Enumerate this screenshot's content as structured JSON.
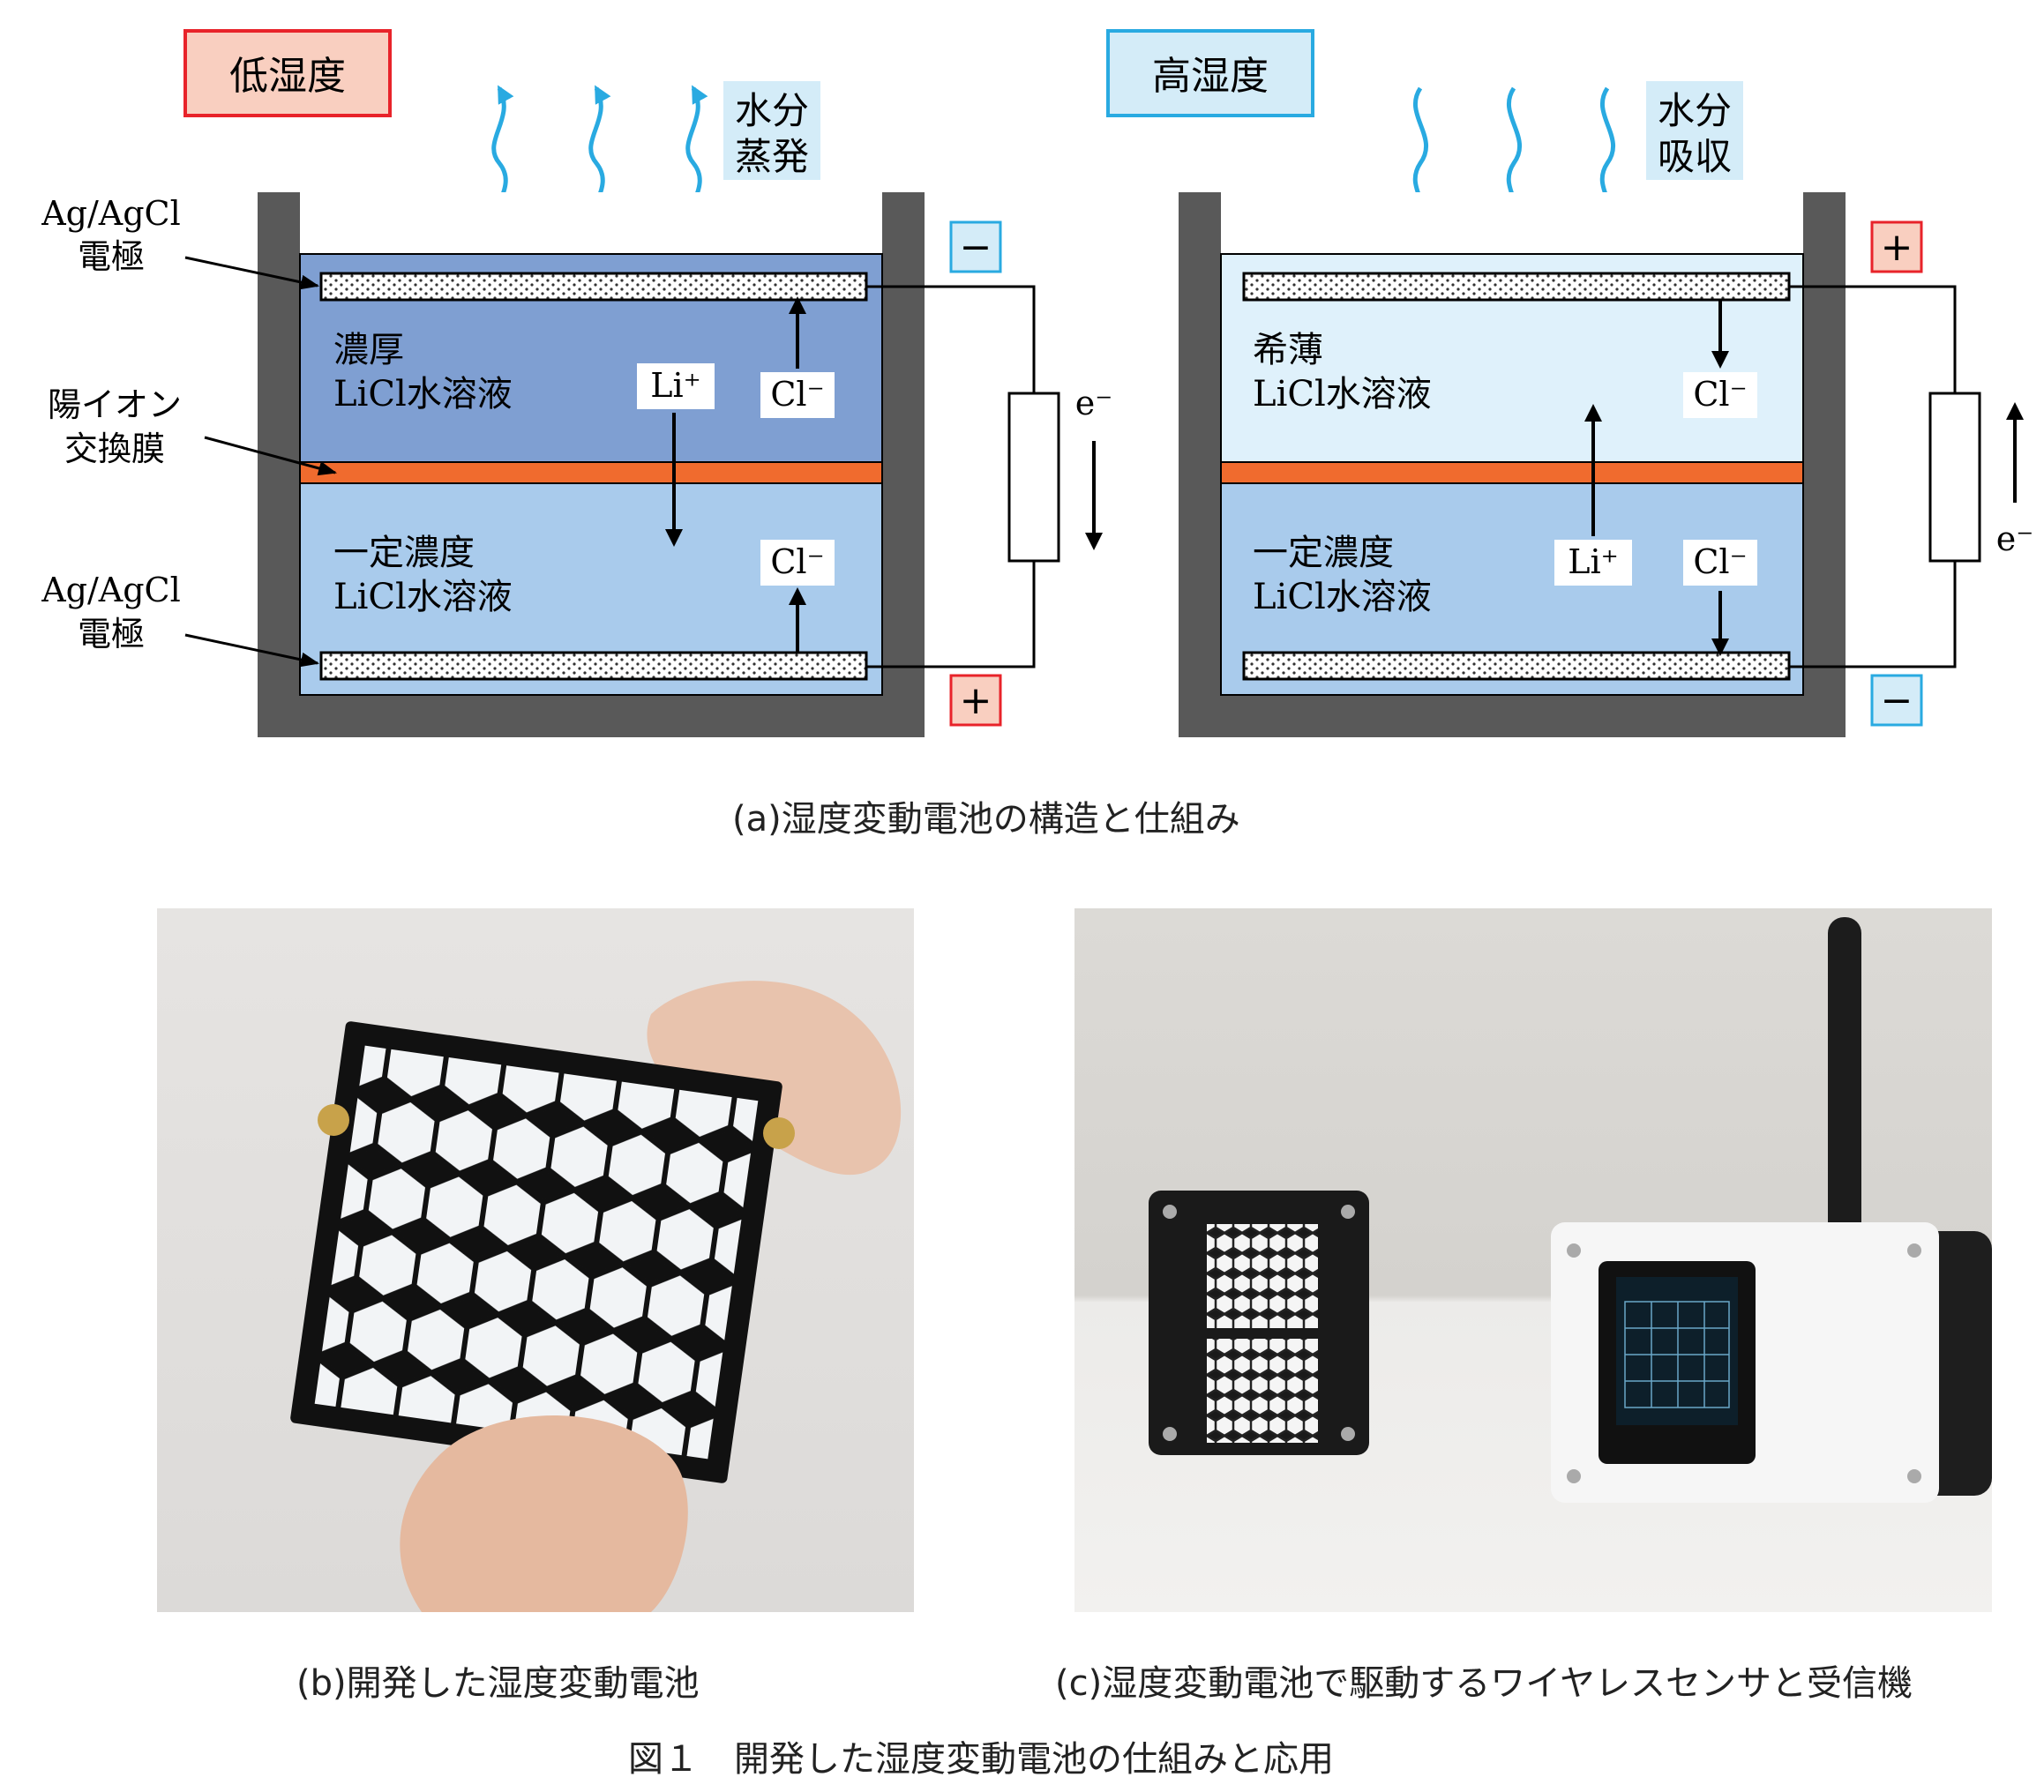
{
  "panel_a": {
    "left": {
      "condition": "低湿度",
      "water_label_line1": "水分",
      "water_label_line2": "蒸発",
      "top_electrode_line1": "Ag/AgCl",
      "top_electrode_line2": "電極",
      "membrane_line1": "陽イオン",
      "membrane_line2": "交換膜",
      "bottom_electrode_line1": "Ag/AgCl",
      "bottom_electrode_line2": "電極",
      "upper_solution_line1": "濃厚",
      "upper_solution_line2": "LiCl水溶液",
      "lower_solution_line1": "一定濃度",
      "lower_solution_line2": "LiCl水溶液",
      "li_ion": "Li⁺",
      "cl_ion_top": "Cl⁻",
      "cl_ion_bottom": "Cl⁻",
      "electron": "e⁻",
      "top_polarity": "−",
      "bottom_polarity": "+"
    },
    "right": {
      "condition": "高湿度",
      "water_label_line1": "水分",
      "water_label_line2": "吸収",
      "upper_solution_line1": "希薄",
      "upper_solution_line2": "LiCl水溶液",
      "lower_solution_line1": "一定濃度",
      "lower_solution_line2": "LiCl水溶液",
      "li_ion": "Li⁺",
      "cl_ion_top": "Cl⁻",
      "cl_ion_bottom": "Cl⁻",
      "electron": "e⁻",
      "top_polarity": "+",
      "bottom_polarity": "−"
    },
    "caption": "(a)湿度変動電池の構造と仕組み"
  },
  "panel_b": {
    "caption": "(b)開発した湿度変動電池"
  },
  "panel_c": {
    "caption": "(c)湿度変動電池で駆動するワイヤレスセンサと受信機"
  },
  "figure_caption": "図１　開発した湿度変動電池の仕組みと応用",
  "colors": {
    "low_humidity_accent": "#e8232a",
    "low_humidity_fill": "#f9cfc0",
    "high_humidity_accent": "#29aae1",
    "high_humidity_fill": "#d4ecf8",
    "concentrated_solution": "#7f9fd2",
    "dilute_solution": "#dff1fb",
    "constant_solution": "#a9cbec",
    "membrane": "#f06b2e",
    "wall": "#595959"
  }
}
